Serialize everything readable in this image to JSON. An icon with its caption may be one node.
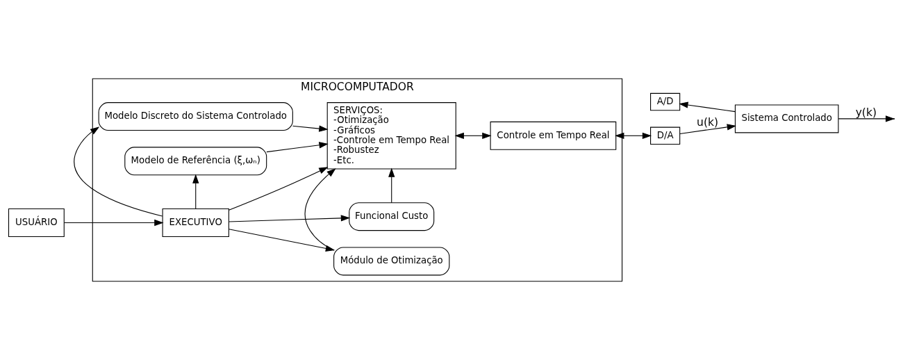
{
  "diagram": {
    "nodes": [
      {
        "text": [
          "MICROCOMPUTADOR"
        ]
      },
      {
        "text": [
          "USUÁRIO"
        ]
      },
      {
        "text": [
          "Modelo Discreto do Sistema Controlado"
        ],
        "in": 0
      },
      {
        "text": [
          "EXECUTIVO"
        ],
        "in": 0
      },
      {
        "text": [
          "Modelo de Referência (ξ,ωₙ)"
        ],
        "in": 0
      },
      {
        "text": [
          "Funcional Custo"
        ],
        "in": 0
      },
      {
        "text": [
          "SERVIÇOS:",
          "-Otimização",
          "-Gráficos",
          "-Controle em Tempo Real",
          "-Robustez",
          "-Etc."
        ],
        "in": 0
      },
      {
        "text": [
          "Módulo de Otimização"
        ],
        "in": 0
      },
      {
        "text": [
          "Controle em Tempo Real"
        ],
        "in": 0
      },
      {
        "text": [
          "D/A"
        ]
      },
      {
        "text": [
          "A/D"
        ]
      },
      {
        "text": [
          "Sistema Controlado"
        ]
      }
    ],
    "edges": [
      {
        "from": 1,
        "to": 3,
        "arrow": "to"
      },
      {
        "from": 3,
        "to": 2,
        "arrow": "to"
      },
      {
        "from": 3,
        "to": 4,
        "arrow": "to"
      },
      {
        "from": 3,
        "to": 5,
        "arrow": "to"
      },
      {
        "from": 2,
        "to": 6,
        "arrow": "to"
      },
      {
        "from": 3,
        "to": 6,
        "arrow": "to"
      },
      {
        "from": 4,
        "to": 6,
        "arrow": "to"
      },
      {
        "from": 3,
        "to": 7,
        "arrow": "to"
      },
      {
        "from": 5,
        "to": 6,
        "arrow": "to"
      },
      {
        "from": 7,
        "to": 6,
        "arrow": "to"
      },
      {
        "from": 6,
        "to": 8,
        "arrow": "both"
      },
      {
        "from": 8,
        "to": 9,
        "arrow": "both"
      },
      {
        "from": 9,
        "to": 11,
        "label": "u(k)",
        "arrow": "to"
      },
      {
        "from": 11,
        "to": null,
        "label": "y(k)",
        "arrow": "to"
      },
      {
        "from": 11,
        "to": 10,
        "arrow": "to"
      }
    ]
  }
}
